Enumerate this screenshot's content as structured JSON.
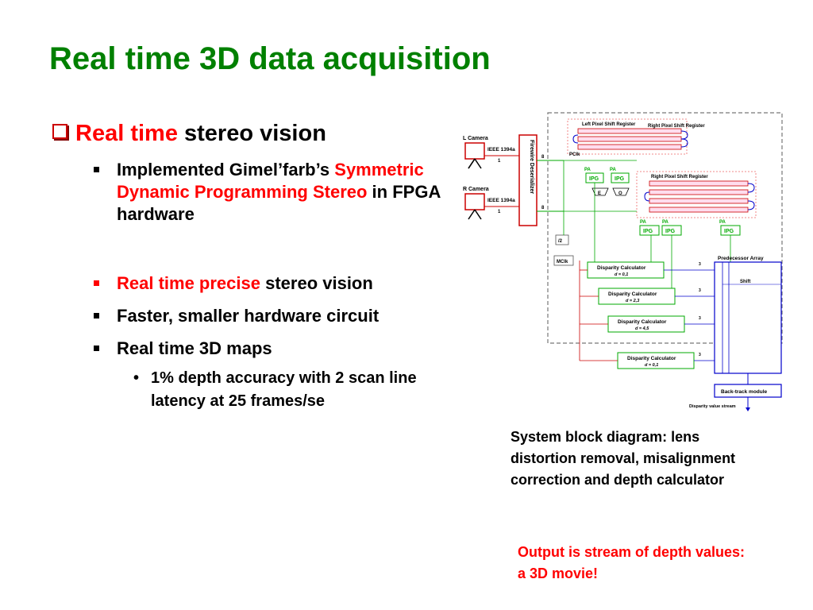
{
  "slide": {
    "title": "Real time 3D data acquisition",
    "bullet1": {
      "highlight": "Real time",
      "rest": " stereo vision"
    },
    "sub_bullets": [
      {
        "pre": "Implemented Gimel’farb’s ",
        "highlight": "Symmetric Dynamic Programming Stereo",
        "post": " in FPGA hardware"
      },
      {
        "highlight": "Real time precise",
        "post": " stereo vision"
      },
      {
        "text": "Faster, smaller hardware circuit"
      },
      {
        "text": "Real time 3D maps"
      }
    ],
    "sub_sub_bullet": "1% depth accuracy with 2 scan line latency at 25 frames/se",
    "caption": "System block diagram: lens distortion removal, misalignment correction and depth calculator",
    "note": "Output is stream of depth values: a 3D movie!"
  },
  "diagram": {
    "l_camera": "L Camera",
    "r_camera": "R Camera",
    "ieee_1": "IEEE 1394a",
    "ieee_2": "IEEE 1394a",
    "one_1": "1",
    "one_2": "1",
    "eight_1": "8",
    "eight_2": "8",
    "deserializer": "Firewire Deserializer",
    "left_shift": "Left Pixel Shift Register",
    "right_shift_top": "Right Pixel Shift Register",
    "right_shift_mid": "Right Pixel Shift Register",
    "pclk": "PClk",
    "pa": "PA",
    "ipg": "IPG",
    "e": "E",
    "o": "O",
    "div2": "/2",
    "mclk": "MClk",
    "predecessor": "Predecessor Array",
    "shift": "Shift",
    "three": "3",
    "dc_label": "Disparity Calculator",
    "dc_params": [
      "d = 0,1",
      "d = 2,3",
      "d = 4,5",
      "d = 0,1"
    ],
    "backtrack": "Back-track module",
    "stream": "Disparity value stream"
  }
}
